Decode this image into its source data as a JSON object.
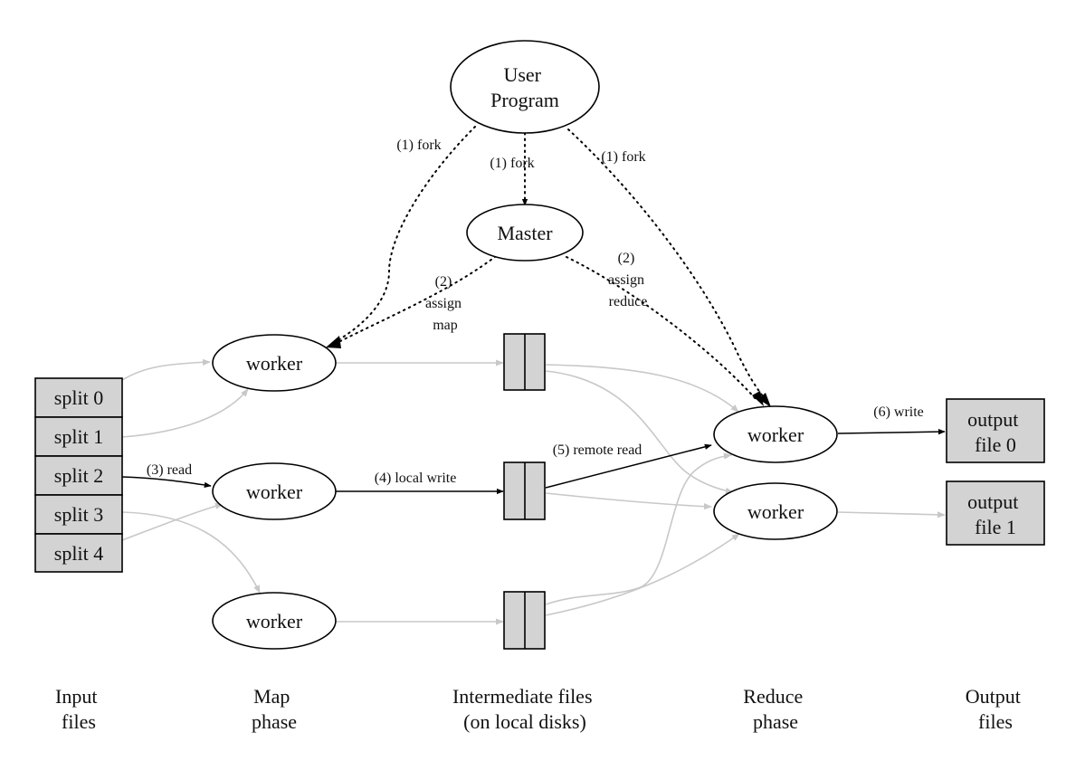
{
  "nodes": {
    "user_program": {
      "lines": [
        "User",
        "Program"
      ]
    },
    "master": {
      "label": "Master"
    },
    "map_workers": [
      {
        "label": "worker"
      },
      {
        "label": "worker"
      },
      {
        "label": "worker"
      }
    ],
    "reduce_workers": [
      {
        "label": "worker"
      },
      {
        "label": "worker"
      }
    ]
  },
  "input_splits": [
    "split 0",
    "split 1",
    "split 2",
    "split 3",
    "split 4"
  ],
  "output_files": [
    {
      "lines": [
        "output",
        "file 0"
      ]
    },
    {
      "lines": [
        "output",
        "file 1"
      ]
    }
  ],
  "edge_labels": {
    "fork_left": "(1) fork",
    "fork_middle": "(1) fork",
    "fork_right": "(1) fork",
    "assign_map": [
      "(2)",
      "assign",
      "map"
    ],
    "assign_reduce": [
      "(2)",
      "assign",
      "reduce"
    ],
    "read": "(3) read",
    "local_write": "(4) local write",
    "remote_read": "(5) remote read",
    "write": "(6) write"
  },
  "columns": [
    {
      "lines": [
        "Input",
        "files"
      ]
    },
    {
      "lines": [
        "Map",
        "phase"
      ]
    },
    {
      "lines": [
        "Intermediate files",
        "(on local disks)"
      ]
    },
    {
      "lines": [
        "Reduce",
        "phase"
      ]
    },
    {
      "lines": [
        "Output",
        "files"
      ]
    }
  ],
  "colors": {
    "file_fill": "#d3d3d3",
    "data_flow_gray": "#c8c8c8",
    "control_black": "#000000"
  }
}
